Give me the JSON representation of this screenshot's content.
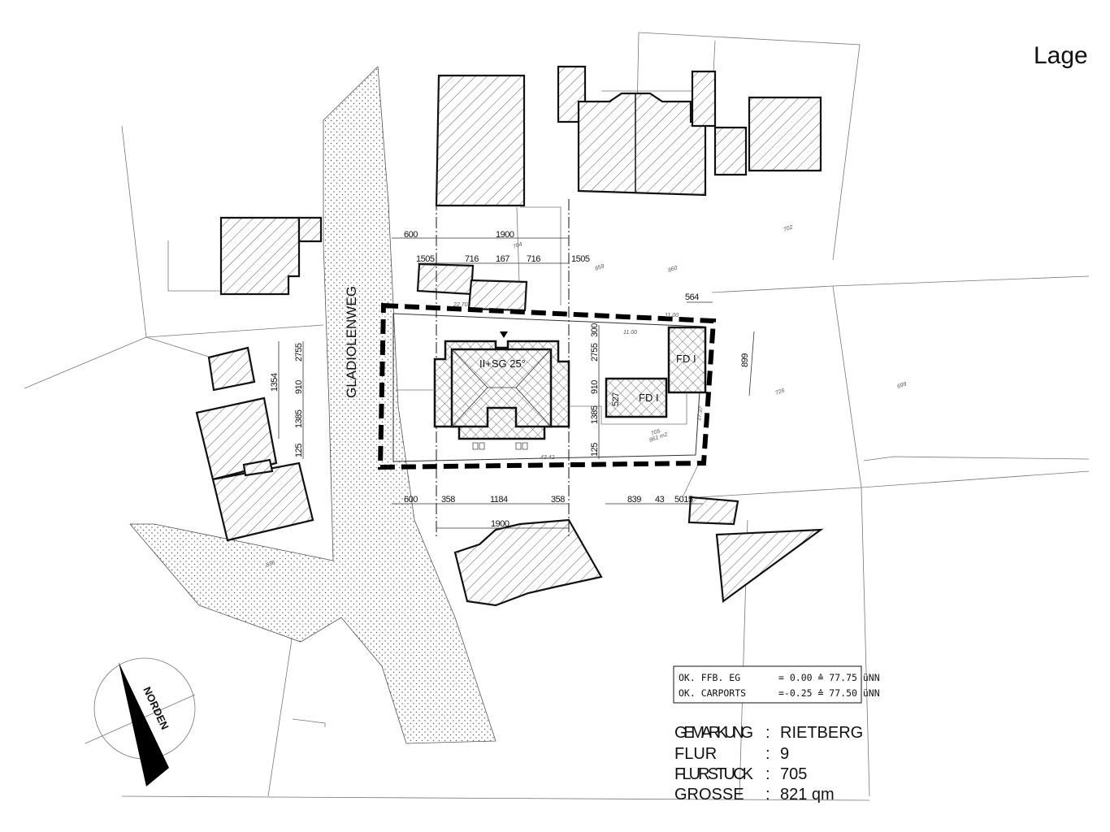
{
  "title": "Lage",
  "street_name": "GLADIOLENWEG",
  "north_arrow_label": "NORDEN",
  "house_label": "II+SG 25°",
  "garage_label": "FD I",
  "carport_label": "FD I",
  "dimensions": {
    "top_row1": [
      "600",
      "1900"
    ],
    "top_row2": [
      "1505",
      "716",
      "167",
      "716",
      "1505"
    ],
    "right_top": "564",
    "right_side": "899",
    "vertical_mid": [
      "300",
      "2755",
      "910",
      "1385",
      "125"
    ],
    "garage_depth": "527",
    "left_side": [
      "2755",
      "1354",
      "910",
      "1385",
      "125"
    ],
    "bottom_row1": [
      "600",
      "358",
      "1184",
      "358",
      "839",
      "43",
      "5015"
    ],
    "bottom_row2": "1900"
  },
  "parcel_numbers": [
    "704",
    "859",
    "860",
    "702",
    "726",
    "699",
    "836",
    "705"
  ],
  "boundary_lengths": [
    "22.70",
    "11.00",
    "11.00",
    "17.97",
    "43.42"
  ],
  "area_note": "861 m2",
  "elevation_table": [
    {
      "label": "OK. FFB. EG",
      "value": "= 0.00 ≙ 77.75 üNN"
    },
    {
      "label": "OK. CARPORTS",
      "value": "=-0.25 ≙ 77.50 üNN"
    }
  ],
  "parcel_info": [
    {
      "key": "GEMARKUNG",
      "value": "RIETBERG"
    },
    {
      "key": "FLUR",
      "value": "9"
    },
    {
      "key": "FLURSTUCK",
      "value": "705"
    },
    {
      "key": "GROSSE",
      "value": "821 qm"
    }
  ]
}
